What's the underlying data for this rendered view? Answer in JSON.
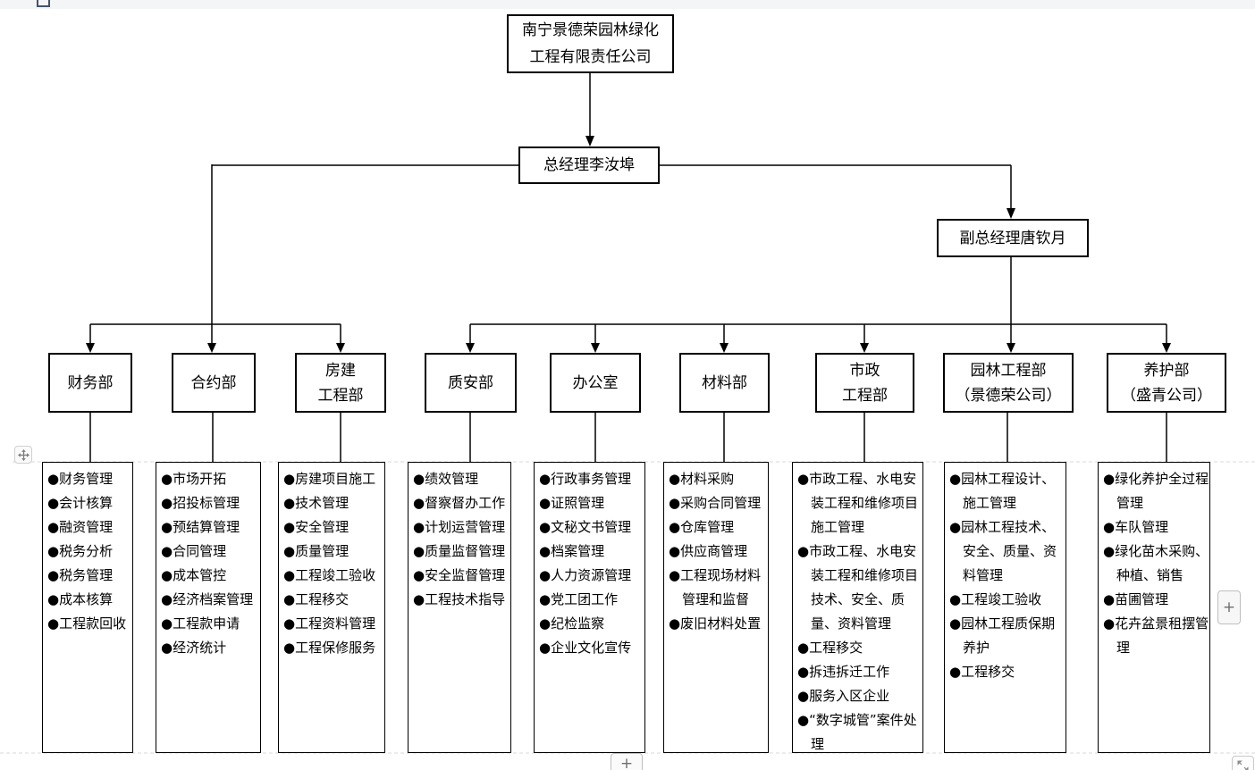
{
  "org_chart": {
    "company": "南宁景德荣园林绿化\n工程有限责任公司",
    "general_manager": "总经理李汝埠",
    "deputy_general_manager": "副总经理唐钦月",
    "departments": [
      {
        "name": "财务部",
        "duties": [
          "财务管理",
          "会计核算",
          "融资管理",
          "税务分析",
          "税务管理",
          "成本核算",
          "工程款回收"
        ]
      },
      {
        "name": "合约部",
        "duties": [
          "市场开拓",
          "招投标管理",
          "预结算管理",
          "合同管理",
          "成本管控",
          "经济档案管理",
          "工程款申请",
          "经济统计"
        ]
      },
      {
        "name": "房建\n工程部",
        "duties": [
          "房建项目施工",
          "技术管理",
          "安全管理",
          "质量管理",
          "工程竣工验收",
          "工程移交",
          "工程资料管理",
          "工程保修服务"
        ]
      },
      {
        "name": "质安部",
        "duties": [
          "绩效管理",
          "督察督办工作",
          "计划运营管理",
          "质量监督管理",
          "安全监督管理",
          "工程技术指导"
        ]
      },
      {
        "name": "办公室",
        "duties": [
          "行政事务管理",
          "证照管理",
          "文秘文书管理",
          "档案管理",
          "人力资源管理",
          "党工团工作",
          "纪检监察",
          "企业文化宣传"
        ]
      },
      {
        "name": "材料部",
        "duties": [
          "材料采购",
          "采购合同管理",
          "仓库管理",
          "供应商管理",
          "工程现场材料管理和监督",
          "废旧材料处置"
        ]
      },
      {
        "name": "市政\n工程部",
        "duties": [
          "市政工程、水电安装工程和维修项目施工管理",
          "市政工程、水电安装工程和维修项目技术、安全、质量、资料管理",
          "工程移交",
          "拆违拆迁工作",
          "服务入区企业",
          "“数字城管”案件处理"
        ]
      },
      {
        "name": "园林工程部\n（景德荣公司）",
        "duties": [
          "园林工程设计、施工管理",
          "园林工程技术、安全、质量、资料管理",
          "工程竣工验收",
          "园林工程质保期养护",
          "工程移交"
        ]
      },
      {
        "name": "养护部\n（盛青公司）",
        "duties": [
          "绿化养护全过程管理",
          "车队管理",
          "绿化苗木采购、种植、销售",
          "苗圃管理",
          "花卉盆景租摆管理"
        ]
      }
    ]
  },
  "ui": {
    "add_button_label": "+",
    "bullet_glyph": "●",
    "colors": {
      "connector": "#000000",
      "grid_dashed": "#d9d9d9",
      "top_strip_bg": "#f4f5f7",
      "canvas_bg": "#ffffff"
    }
  }
}
